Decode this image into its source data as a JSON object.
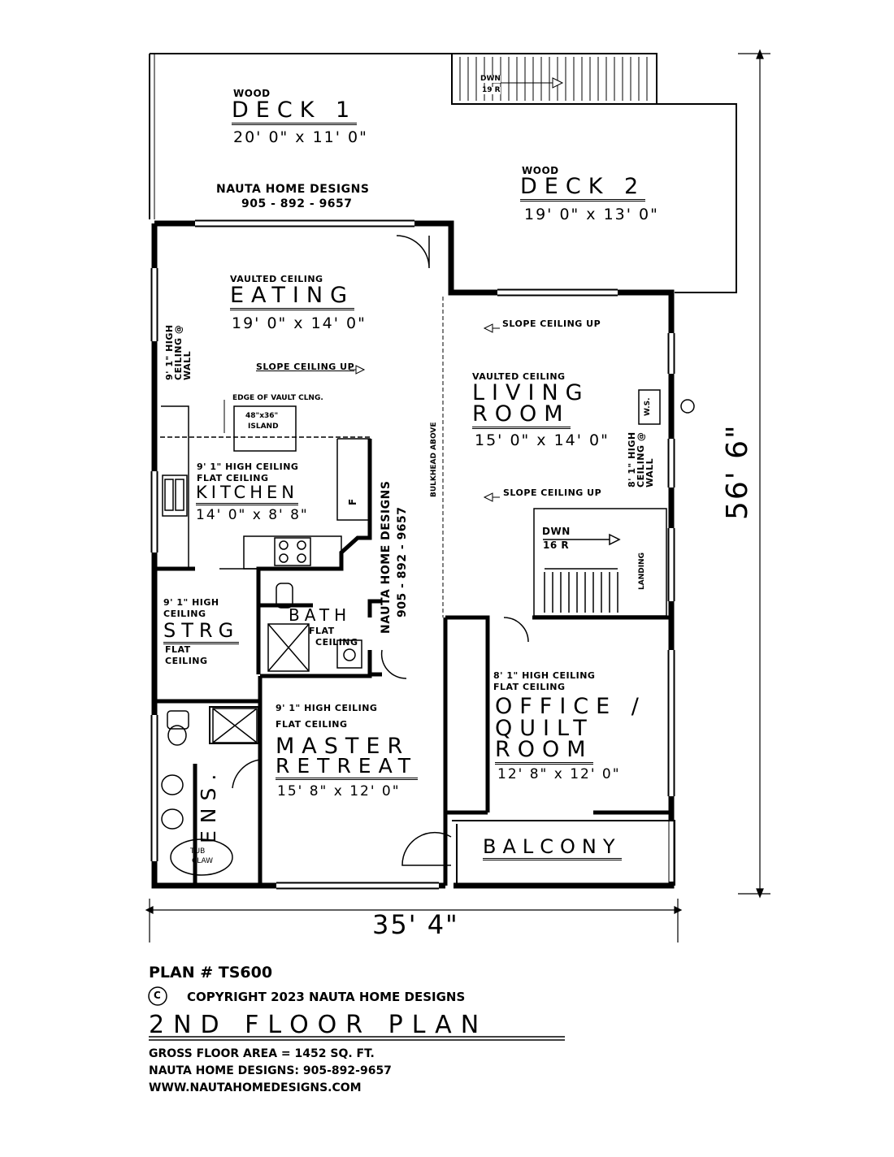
{
  "decks": {
    "deck1": {
      "material": "WOOD",
      "name": "DECK 1",
      "size": "20' 0\" x 11' 0\""
    },
    "deck2": {
      "material": "WOOD",
      "name": "DECK 2",
      "size": "19' 0\" x 13' 0\""
    },
    "watermark": {
      "name": "NAUTA HOME DESIGNS",
      "phone": "905 - 892 - 9657"
    },
    "stair": {
      "direction": "DWN",
      "risers": "19 R"
    }
  },
  "eating": {
    "ceiling": "VAULTED CEILING",
    "name": "EATING",
    "size": "19' 0\" x 14' 0\"",
    "slope": "SLOPE CEILING UP",
    "wall_note": "9' 1\" HIGH CEILING @ WALL"
  },
  "kitchen": {
    "edge_note": "EDGE OF VAULT CLNG.",
    "island_size": "48\"x36\"",
    "island": "ISLAND",
    "ceiling1": "9' 1\" HIGH CEILING",
    "ceiling2": "FLAT CEILING",
    "name": "KITCHEN",
    "size": "14' 0\" x 8' 8\"",
    "fridge": "F"
  },
  "center_watermark": {
    "name": "NAUTA HOME DESIGNS",
    "phone": "905 - 892 - 9657"
  },
  "bulkhead": "BULKHEAD ABOVE",
  "living": {
    "ceiling": "VAULTED CEILING",
    "name1": "LIVING",
    "name2": "ROOM",
    "size": "15' 0\" x 14' 0\"",
    "slope1": "SLOPE CEILING UP",
    "slope2": "SLOPE CEILING UP",
    "ws": "W.S.",
    "wall_note": "8' 1\" HIGH CEILING @ WALL"
  },
  "stair2": {
    "direction": "DWN",
    "risers": "16 R",
    "landing": "LANDING"
  },
  "strg": {
    "ceiling1": "9' 1\" HIGH",
    "ceiling2": "CEILING",
    "name": "STRG",
    "flat1": "FLAT",
    "flat2": "CEILING"
  },
  "bath": {
    "name": "BATH",
    "flat1": "FLAT",
    "flat2": "CEILING"
  },
  "master": {
    "ceiling1": "9' 1\" HIGH CEILING",
    "ceiling2": "FLAT CEILING",
    "name1": "MASTER",
    "name2": "RETREAT",
    "size": "15' 8\" x 12' 0\""
  },
  "ens": {
    "name": "ENS.",
    "tub1": "TUB",
    "tub2": "CLAW"
  },
  "office": {
    "ceiling1": "8' 1\" HIGH CEILING",
    "ceiling2": "FLAT CEILING",
    "name1": "OFFICE /",
    "name2": "QUILT",
    "name3": "ROOM",
    "size": "12' 8\" x 12' 0\""
  },
  "balcony": "BALCONY",
  "dimensions": {
    "width": "35' 4\"",
    "depth": "56' 6\""
  },
  "footer": {
    "plan": "PLAN # TS600",
    "copyright_symbol": "C",
    "copyright": "COPYRIGHT 2023 NAUTA HOME DESIGNS",
    "title": "2ND FLOOR PLAN",
    "area": "GROSS  FLOOR AREA  =   1452   SQ. FT.",
    "phone": "NAUTA HOME DESIGNS:  905-892-9657",
    "web": "WWW.NAUTAHOMEDESIGNS.COM"
  }
}
